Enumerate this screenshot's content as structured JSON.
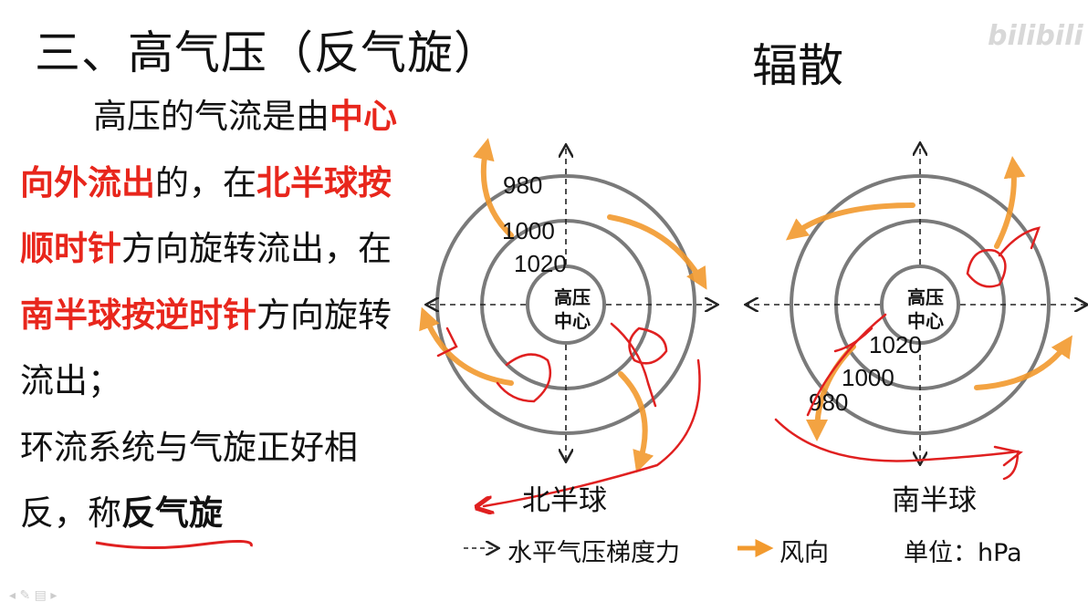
{
  "slide": {
    "title": "三、高气压（反气旋）",
    "subtitle": "辐散",
    "watermark": "bilibili",
    "paragraph": {
      "p1": "高压的气流是由",
      "p2": "中心向外流出",
      "p3": "的，在",
      "p4": "北半球按顺时针",
      "p5": "方向旋转流出，在",
      "p6": "南半球按逆时针",
      "p7": "方向旋转流出；",
      "p8": "环流系统与气旋正好相反，称",
      "p9": "反气旋"
    }
  },
  "diagram_north": {
    "label": "北半球",
    "center_label_1": "高压",
    "center_label_2": "中心",
    "isobar_outer": "980",
    "isobar_middle": "1000",
    "isobar_inner": "1020"
  },
  "diagram_south": {
    "label": "南半球",
    "center_label_1": "高压",
    "center_label_2": "中心",
    "isobar_outer": "980",
    "isobar_middle": "1000",
    "isobar_inner": "1020"
  },
  "legend": {
    "pressure_gradient": "水平气压梯度力",
    "wind": "风向",
    "unit": "单位：hPa"
  },
  "colors": {
    "emphasis_red": "#e8261c",
    "wind_orange": "#f29a2e",
    "annotation_red": "#e02020",
    "isobar_gray": "#7a7a7a"
  }
}
